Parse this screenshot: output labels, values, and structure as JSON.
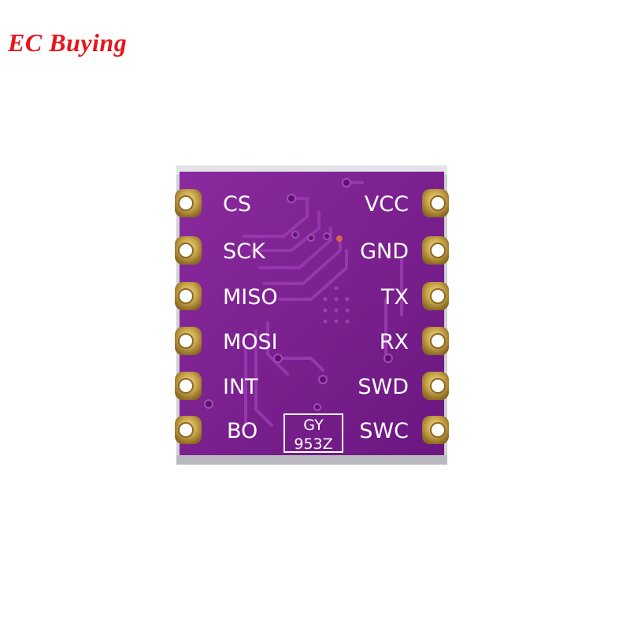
{
  "brand": {
    "text": "EC Buying",
    "color": "#e8141b"
  },
  "board": {
    "pcb_color": "#7a1d8e",
    "pad_color": "#c9a44a",
    "left_pins": [
      "CS",
      "SCK",
      "MISO",
      "MOSI",
      "INT",
      "BO"
    ],
    "right_pins": [
      "VCC",
      "GND",
      "TX",
      "RX",
      "SWD",
      "SWC"
    ],
    "model_line1": "GY",
    "model_line2": "953Z"
  }
}
